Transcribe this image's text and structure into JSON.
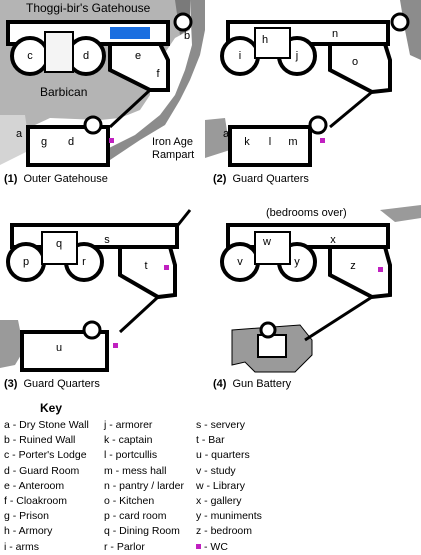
{
  "plans": [
    {
      "number": "(1)",
      "caption": "Outer Gatehouse",
      "labels": {
        "gatehouse": "Thoggi-bir's Gatehouse",
        "barbican": "Barbican",
        "rampart_1": "Iron Age",
        "rampart_2": "Rampart"
      },
      "rooms": [
        "c",
        "d",
        "e",
        "f",
        "a",
        "b",
        "g",
        "d"
      ]
    },
    {
      "number": "(2)",
      "caption": "Guard Quarters",
      "rooms": [
        "h",
        "n",
        "i",
        "j",
        "o",
        "a",
        "k",
        "l",
        "m"
      ]
    },
    {
      "number": "(3)",
      "caption": "Guard Quarters",
      "rooms": [
        "q",
        "s",
        "p",
        "r",
        "t",
        "u"
      ]
    },
    {
      "number": "(4)",
      "caption": "Gun Battery",
      "labels": {
        "bedrooms": "(bedrooms over)"
      },
      "rooms": [
        "w",
        "x",
        "v",
        "y",
        "z"
      ]
    }
  ],
  "key": {
    "title": "Key",
    "col1": [
      "a - Dry Stone Wall",
      "b - Ruined Wall",
      "c - Porter's Lodge",
      "d - Guard Room",
      "e - Anteroom",
      "f - Cloakroom",
      "g - Prison",
      "h - Armory",
      "i - arms"
    ],
    "col2": [
      "j - armorer",
      "k - captain",
      "l - portcullis",
      "m - mess hall",
      "n - pantry / larder",
      "o - Kitchen",
      "p - card room",
      "q - Dining Room",
      "r - Parlor"
    ],
    "col3": [
      "s - servery",
      "t - Bar",
      "u - quarters",
      "v - study",
      "w - Library",
      "x - gallery",
      "y - muniments",
      "z - bedroom"
    ],
    "wc_label": "- WC"
  },
  "colors": {
    "wall": "#000000",
    "rock": "#9a9a9a",
    "rock_light": "#c8c8c8",
    "water": "#1a6ee0",
    "wc": "#c020c0",
    "door": "#e0a070",
    "floor": "#ffffff"
  }
}
